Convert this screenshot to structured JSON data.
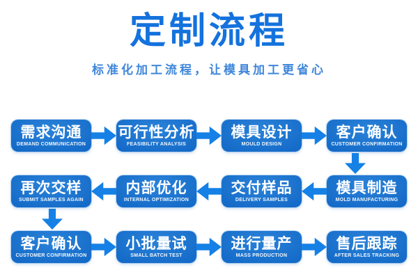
{
  "page": {
    "title": "定制流程",
    "subtitle": "标准化加工流程，让模具加工更省心"
  },
  "colors": {
    "title_blue": "#1472dd",
    "subtitle_blue": "#3e86da",
    "box_gradient_light": "#2a82d9",
    "box_gradient_dark": "#0a58b6",
    "arrow_blue": "#1581e6",
    "step_text": "#ffffff",
    "background": "#ffffff"
  },
  "flow": {
    "rows": [
      {
        "direction": "right",
        "steps": [
          {
            "zh": "需求沟通",
            "en": "DEMAND COMMUNICATION"
          },
          {
            "zh": "可行性分析",
            "en": "FEASIBILITY ANALYSIS"
          },
          {
            "zh": "模具设计",
            "en": "MOULD DESIGN"
          },
          {
            "zh": "客户确认",
            "en": "CUSTOMER CONFIRMATION"
          }
        ]
      },
      {
        "direction": "left",
        "steps": [
          {
            "zh": "再次交样",
            "en": "SUBMIT SAMPLES AGAIN"
          },
          {
            "zh": "内部优化",
            "en": "INTERNAL OPTIMIZATION"
          },
          {
            "zh": "交付样品",
            "en": "DELIVERY SAMPLES"
          },
          {
            "zh": "模具制造",
            "en": "MOLD MANUFACTURING"
          }
        ]
      },
      {
        "direction": "right",
        "steps": [
          {
            "zh": "客户确认",
            "en": "CUSTOMER CONFIRMATION"
          },
          {
            "zh": "小批量试",
            "en": "SMALL BATCH TEST"
          },
          {
            "zh": "进行量产",
            "en": "MASS PRODUCTION"
          },
          {
            "zh": "售后跟踪",
            "en": "AFTER SALES TRACKING"
          }
        ]
      }
    ]
  }
}
